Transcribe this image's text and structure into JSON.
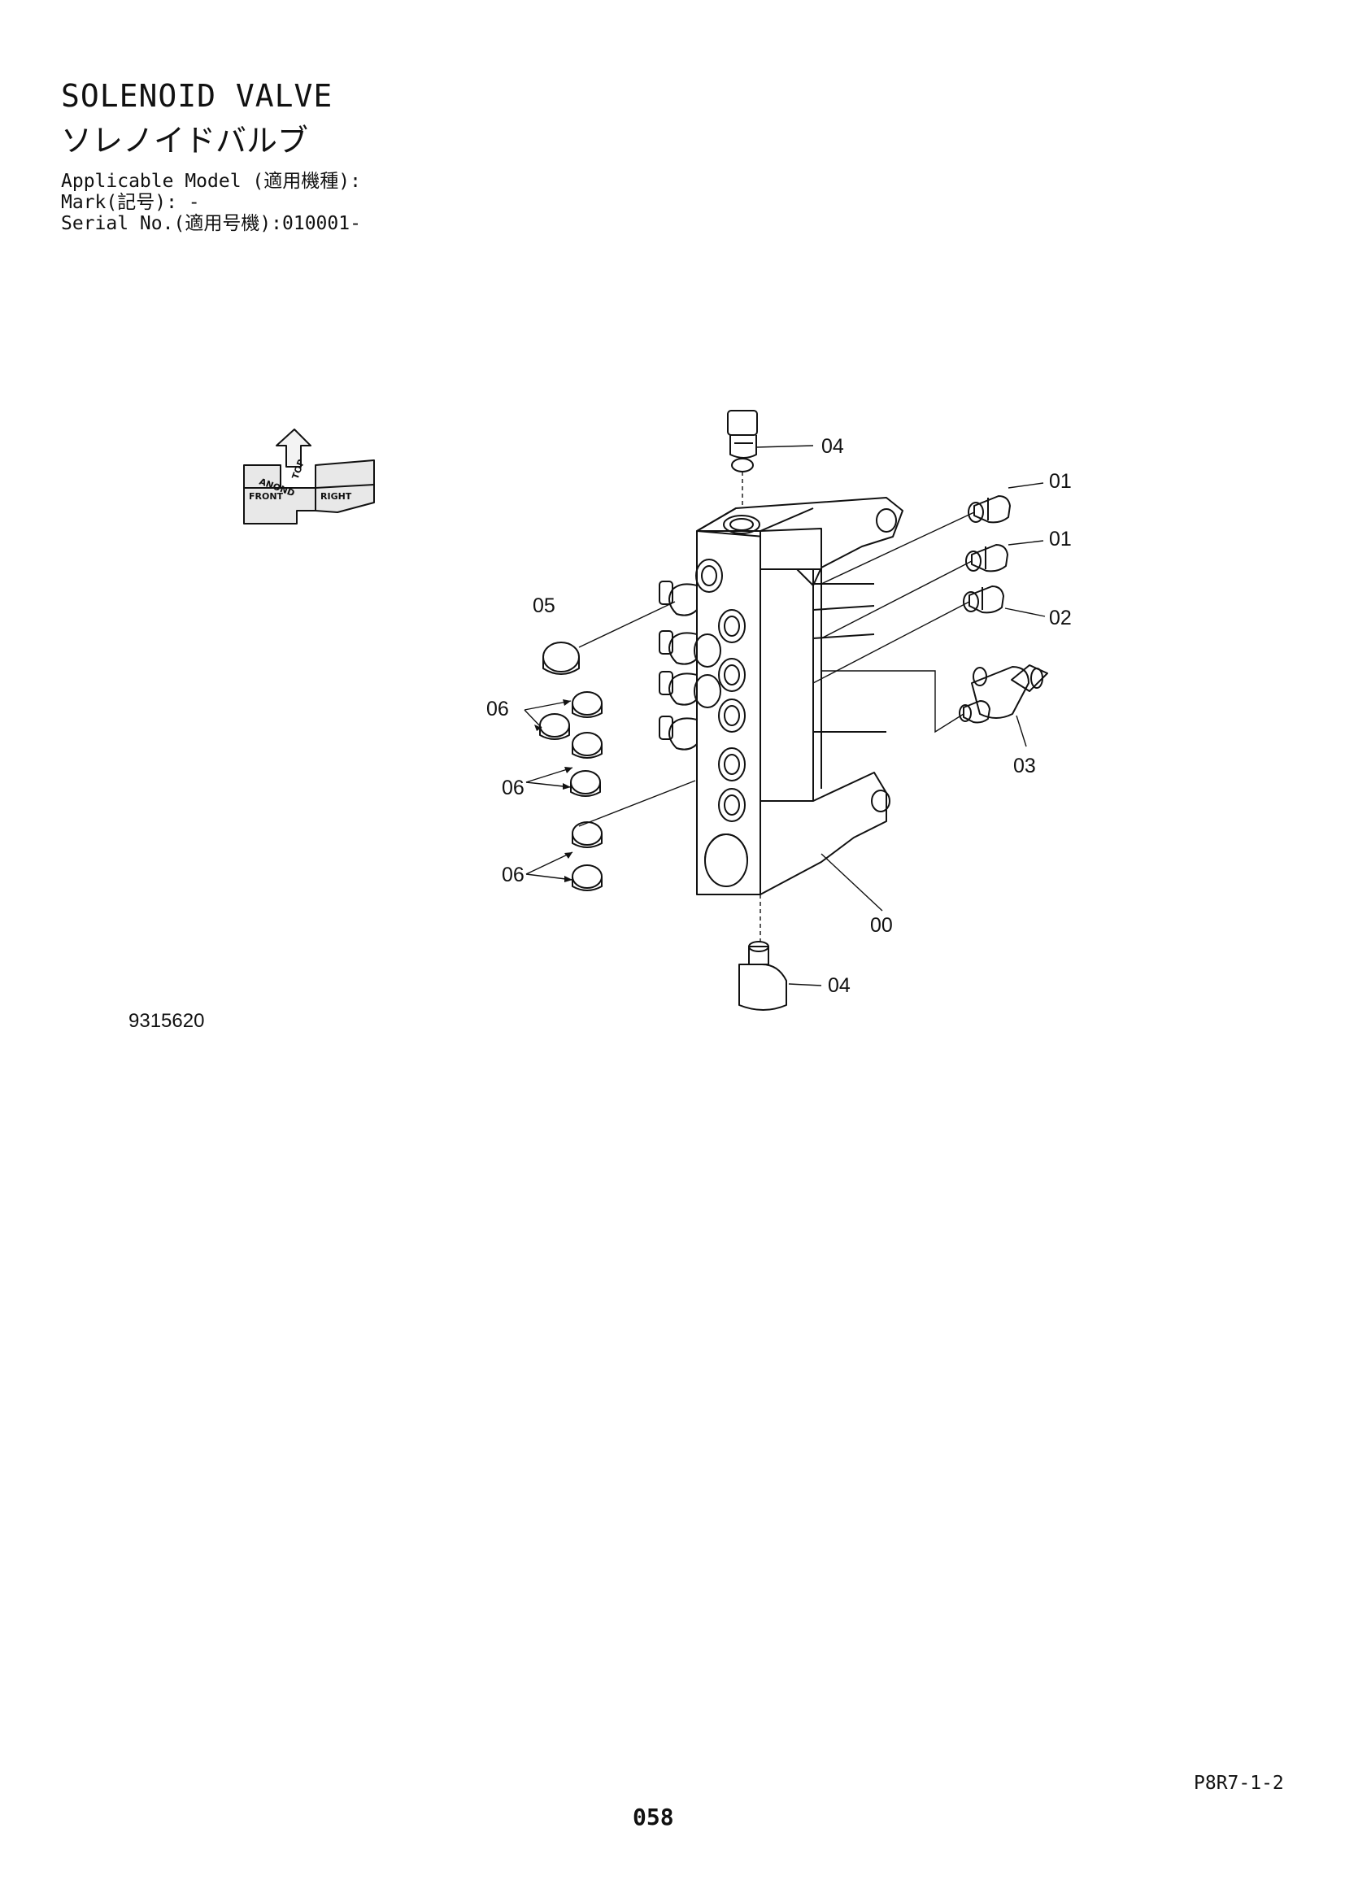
{
  "header": {
    "title_en": "SOLENOID VALVE",
    "title_jp": "ソレノイドバルブ",
    "applicable_model": "Applicable Model (適用機種):",
    "mark": "Mark(記号): -",
    "serial_no": "Serial No.(適用号機):010001-"
  },
  "orientation": {
    "front": "FRONT",
    "right": "RIGHT",
    "top": "TOP",
    "aside": "ANOND"
  },
  "callouts": {
    "c00": "00",
    "c01a": "01",
    "c01b": "01",
    "c02": "02",
    "c03": "03",
    "c04_top": "04",
    "c04_bottom": "04",
    "c05": "05",
    "c06a": "06",
    "c06b": "06",
    "c06c": "06"
  },
  "figure_id": "9315620",
  "footer": {
    "page_code": "P8R7-1-2",
    "page_number": "058"
  }
}
